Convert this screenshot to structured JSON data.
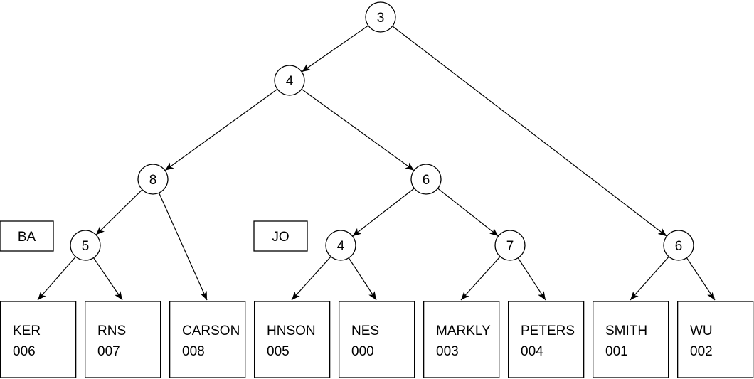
{
  "tree": {
    "internal_nodes": [
      {
        "id": "root",
        "label": "3"
      },
      {
        "id": "n4a",
        "label": "4"
      },
      {
        "id": "n8",
        "label": "8"
      },
      {
        "id": "n6a",
        "label": "6"
      },
      {
        "id": "n5",
        "label": "5"
      },
      {
        "id": "n4b",
        "label": "4"
      },
      {
        "id": "n7",
        "label": "7"
      },
      {
        "id": "n6b",
        "label": "6"
      }
    ],
    "prefixes": [
      {
        "id": "p1",
        "label": "BA"
      },
      {
        "id": "p2",
        "label": "JO"
      }
    ],
    "leaves": [
      {
        "id": "l1",
        "name": "KER",
        "code": "006"
      },
      {
        "id": "l2",
        "name": "RNS",
        "code": "007"
      },
      {
        "id": "l3",
        "name": "CARSON",
        "code": "008"
      },
      {
        "id": "l4",
        "name": "HNSON",
        "code": "005"
      },
      {
        "id": "l5",
        "name": "NES",
        "code": "000"
      },
      {
        "id": "l6",
        "name": "MARKLY",
        "code": "003"
      },
      {
        "id": "l7",
        "name": "PETERS",
        "code": "004"
      },
      {
        "id": "l8",
        "name": "SMITH",
        "code": "001"
      },
      {
        "id": "l9",
        "name": "WU",
        "code": "002"
      }
    ],
    "edges": [
      [
        "root",
        "n4a"
      ],
      [
        "root",
        "n6b"
      ],
      [
        "n4a",
        "n8"
      ],
      [
        "n4a",
        "n6a"
      ],
      [
        "n8",
        "n5"
      ],
      [
        "n8",
        "l3"
      ],
      [
        "n5",
        "l1"
      ],
      [
        "n5",
        "l2"
      ],
      [
        "n6a",
        "n4b"
      ],
      [
        "n6a",
        "n7"
      ],
      [
        "n4b",
        "l4"
      ],
      [
        "n4b",
        "l5"
      ],
      [
        "n7",
        "l6"
      ],
      [
        "n7",
        "l7"
      ],
      [
        "n6b",
        "l8"
      ],
      [
        "n6b",
        "l9"
      ]
    ]
  }
}
